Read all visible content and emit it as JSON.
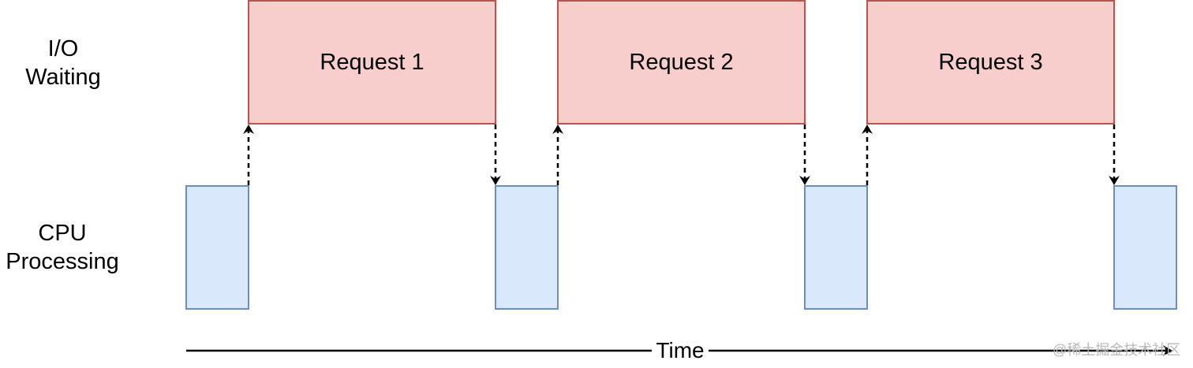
{
  "lanes": {
    "io": "I/O\nWaiting",
    "cpu": "CPU\nProcessing"
  },
  "requests": [
    {
      "label": "Request 1"
    },
    {
      "label": "Request 2"
    },
    {
      "label": "Request 3"
    }
  ],
  "cpu_slots": 4,
  "axis": {
    "label": "Time"
  },
  "watermark": "@稀土掘金技术社区",
  "colors": {
    "request_fill": "#f8cecc",
    "request_stroke": "#b85450",
    "cpu_fill": "#dae8fc",
    "cpu_stroke": "#6c8ebf",
    "arrow": "#000000"
  }
}
